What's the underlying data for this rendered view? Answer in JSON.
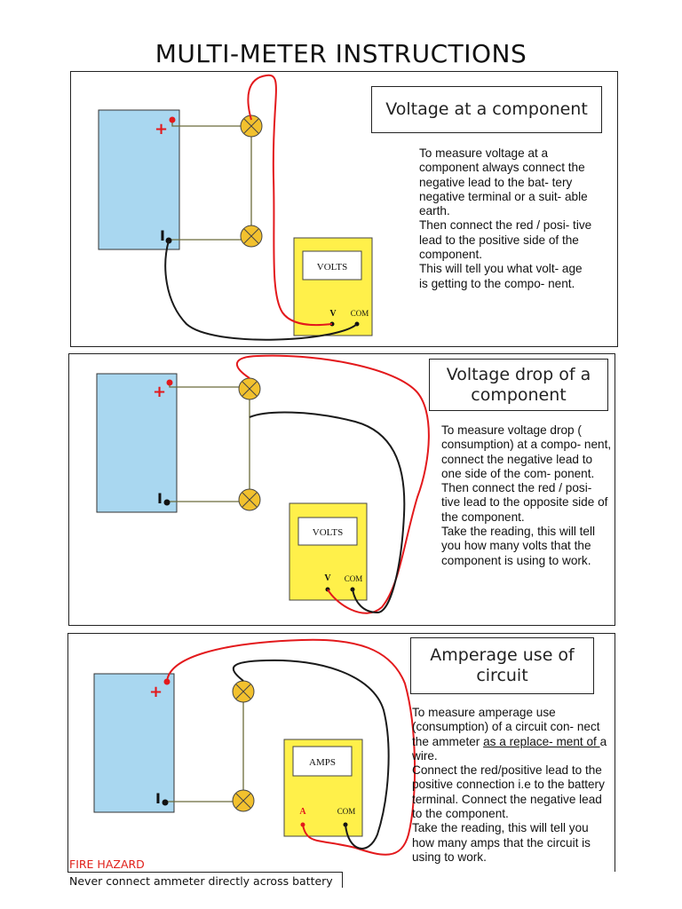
{
  "title": "MULTI-METER INSTRUCTIONS",
  "colors": {
    "battery": "#a9d7f0",
    "meter": "#fff04a",
    "lamp": "#f2c12e",
    "red_lead": "#e3191c",
    "black_lead": "#1a1a1a",
    "wire": "#6b6b3a"
  },
  "battery_symbols": {
    "positive": "+",
    "negative": "I"
  },
  "panels": [
    {
      "heading": "Voltage at a component",
      "meter_display": "VOLTS",
      "terminal_left": "V",
      "terminal_right": "COM",
      "description": [
        "To measure voltage at a component always connect the negative lead to the bat- tery",
        "negative terminal or a suit- able earth.",
        "Then connect the red / posi- tive lead to the positive side of the component.",
        "This will tell you what volt- age is getting to the compo- nent."
      ]
    },
    {
      "heading": "Voltage drop of a component",
      "meter_display": "VOLTS",
      "terminal_left": "V",
      "terminal_right": "COM",
      "description": [
        "To measure voltage drop ( consumption) at a compo- nent, connect the negative lead to one side of the com- ponent.",
        "Then connect the red / posi- tive lead to the opposite side of the component.",
        "Take the reading, this will tell you how many volts that the component is using to work."
      ]
    },
    {
      "heading": "Amperage use of circuit",
      "meter_display": "AMPS",
      "terminal_left": "A",
      "terminal_right": "COM",
      "description_parts": {
        "before": "To measure amperage use (consumption) of a circuit con- nect the ammeter ",
        "underlined": "as a replace- ment of ",
        "after": "a wire.",
        "rest": [
          "Connect the red/positive lead to the positive connection i.e to the battery terminal. Connect the negative lead to the component.",
          "Take the reading, this will tell you how many amps that the circuit is using to work."
        ]
      }
    }
  ],
  "fire_hazard": "FIRE HAZARD",
  "warning": "Never connect ammeter directly across battery"
}
